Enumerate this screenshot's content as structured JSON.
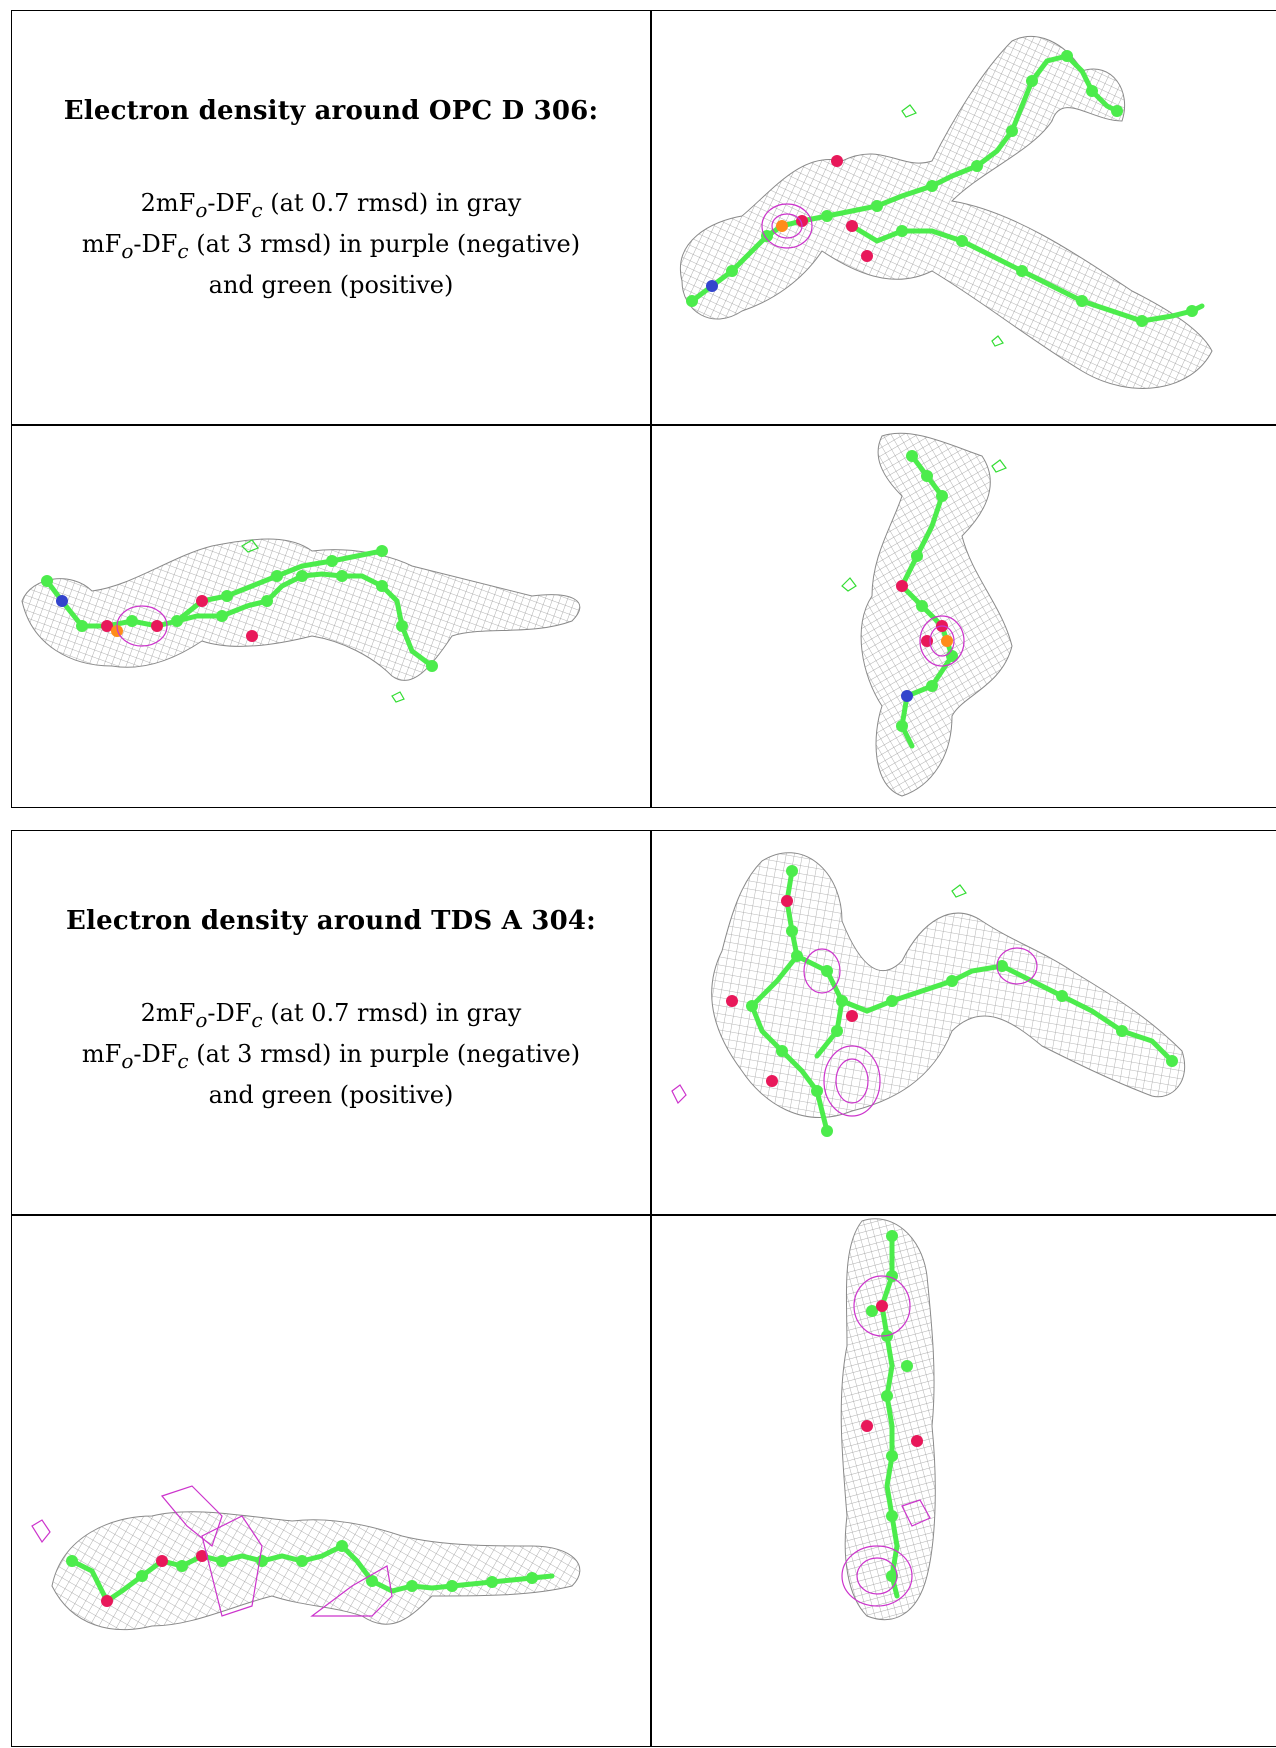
{
  "panels": [
    {
      "title": "Electron density around OPC D 306:",
      "legend": {
        "line1": {
          "a": "2mF",
          "a_sub": "o",
          "b": "-DF",
          "b_sub": "c",
          "rest": " (at 0.7 rmsd) in gray"
        },
        "line2": {
          "a": "mF",
          "a_sub": "o",
          "b": "-DF",
          "b_sub": "c",
          "rest": " (at 3 rmsd) in purple (negative)"
        },
        "line3": "and green (positive)"
      }
    },
    {
      "title": "Electron density around TDS A 304:",
      "legend": {
        "line1": {
          "a": "2mF",
          "a_sub": "o",
          "b": "-DF",
          "b_sub": "c",
          "rest": " (at 0.7 rmsd) in gray"
        },
        "line2": {
          "a": "mF",
          "a_sub": "o",
          "b": "-DF",
          "b_sub": "c",
          "rest": " (at 3 rmsd) in purple (negative)"
        },
        "line3": "and green (positive)"
      }
    }
  ],
  "colors": {
    "mesh_gray": "#8a8a8a",
    "carbon_green": "#4cec4c",
    "oxygen_red": "#e8185a",
    "phosphorus_orange": "#ff8c1a",
    "nitrogen_blue": "#3344cc",
    "negative_purple": "#cc33cc",
    "positive_green": "#33dd33"
  }
}
